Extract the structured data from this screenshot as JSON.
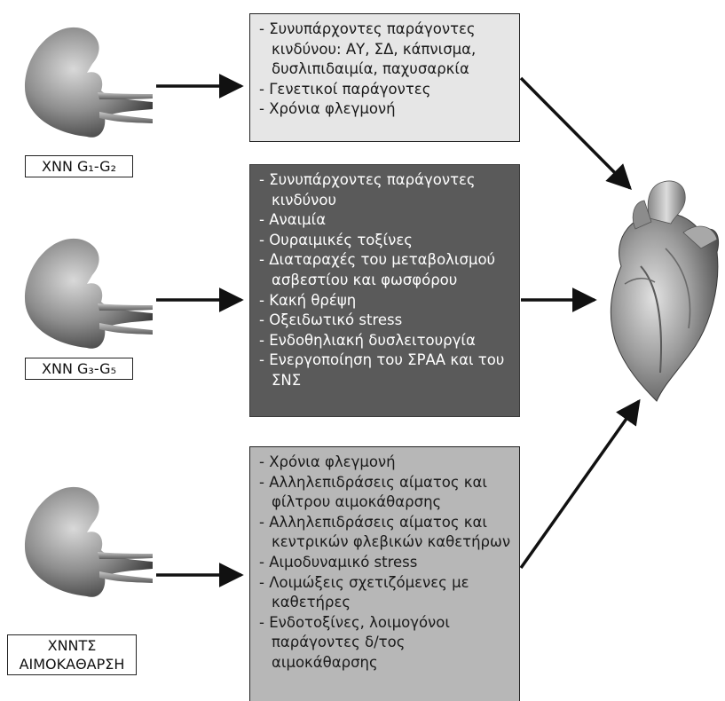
{
  "stages": [
    {
      "label_lines": [
        "ΧΝΝ G₁-G₂"
      ],
      "factors": [
        "Συνυπάρχοντες παράγοντες κινδύνου: ΑΥ, ΣΔ, κάπνισμα, δυσλιπιδαιμία, παχυσαρκία",
        "Γενετικοί παράγοντες",
        "Χρόνια φλεγμονή"
      ]
    },
    {
      "label_lines": [
        "ΧΝΝ G₃-G₅"
      ],
      "factors": [
        "Συνυπάρχοντες παράγοντες κινδύνου",
        "Αναιμία",
        "Ουραιμικές τοξίνες",
        "Διαταραχές του μεταβολισμού ασβεστίου και φωσφόρου",
        "Κακή θρέψη",
        "Οξειδωτικό stress",
        "Ενδοθηλιακή δυσλειτουργία",
        "Ενεργοποίηση του ΣΡΑΑ και του ΣΝΣ"
      ]
    },
    {
      "label_lines": [
        "ΧΝΝΤΣ",
        "ΑΙΜΟΚΑΘΑΡΣΗ"
      ],
      "factors": [
        "Χρόνια φλεγμονή",
        "Αλληλεπιδράσεις αίματος και φίλτρου αιμοκάθαρσης",
        "Αλληλεπιδράσεις αίματος και κεντρικών φλεβικών καθετήρων",
        "Αιμοδυναμικό stress",
        "Λοιμώξεις σχετιζόμενες με καθετήρες",
        "Ενδοτοξίνες, λοιμογόνοι παράγοντες δ/τος αιμοκάθαρσης"
      ]
    }
  ],
  "colors": {
    "box_light": "#e6e6e6",
    "box_dark": "#5a5a5a",
    "box_mid": "#b7b7b7",
    "arrow": "#111111",
    "kidney": "#8a8a8a",
    "heart": "#9a9a9a"
  },
  "icons": [
    "kidney-icon",
    "kidney-icon",
    "kidney-icon",
    "heart-icon"
  ]
}
